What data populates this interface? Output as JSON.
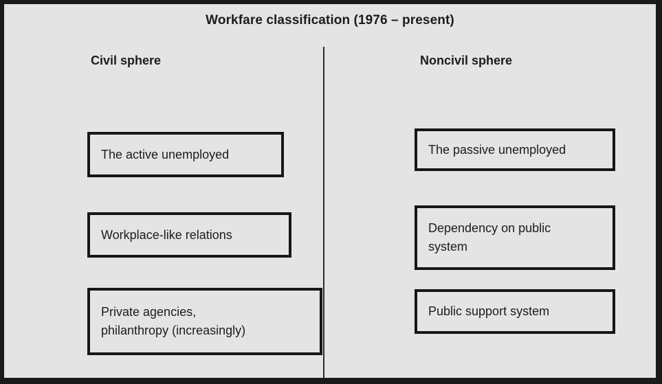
{
  "diagram": {
    "title": "Workfare classification (1976 – present)",
    "background_color": "#e4e4e4",
    "frame_color": "#1a1a1a",
    "box_border_color": "#161616",
    "text_color": "#1c1c1c",
    "columns": [
      {
        "heading": "Civil sphere",
        "boxes": [
          {
            "lines": [
              "The active unemployed"
            ]
          },
          {
            "lines": [
              "Workplace-like relations"
            ]
          },
          {
            "lines": [
              "Private agencies,",
              "philanthropy (increasingly)"
            ]
          }
        ]
      },
      {
        "heading": "Noncivil sphere",
        "boxes": [
          {
            "lines": [
              "The passive unemployed"
            ]
          },
          {
            "lines": [
              "Dependency on public",
              "system"
            ]
          },
          {
            "lines": [
              "Public support system"
            ]
          }
        ]
      }
    ]
  }
}
